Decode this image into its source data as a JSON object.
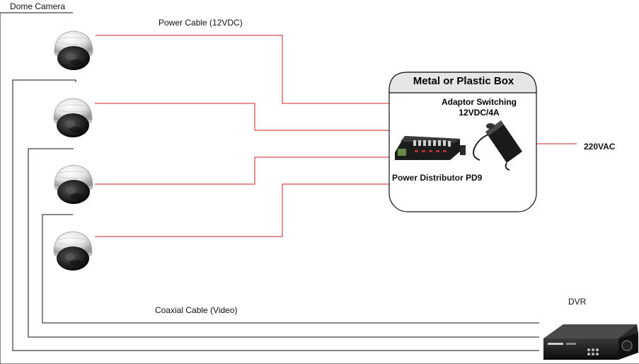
{
  "labels": {
    "dome_camera": "Dome Camera",
    "power_cable": "Power Cable (12VDC)",
    "box_title": "Metal or Plastic Box",
    "adaptor_line1": "Adaptor Switching",
    "adaptor_line2": "12VDC/4A",
    "power_distributor": "Power Distributor PD9",
    "mains": "220VAC",
    "coaxial_cable": "Coaxial Cable (Video)",
    "dvr": "DVR"
  },
  "colors": {
    "power_cable": "#cc2222",
    "coax_cable": "#111111",
    "box_border": "#111111",
    "box_title_bg": "#e6e6e6"
  },
  "icons": [
    "dome-camera-icon",
    "power-distributor-icon",
    "power-adaptor-icon",
    "dvr-icon"
  ]
}
